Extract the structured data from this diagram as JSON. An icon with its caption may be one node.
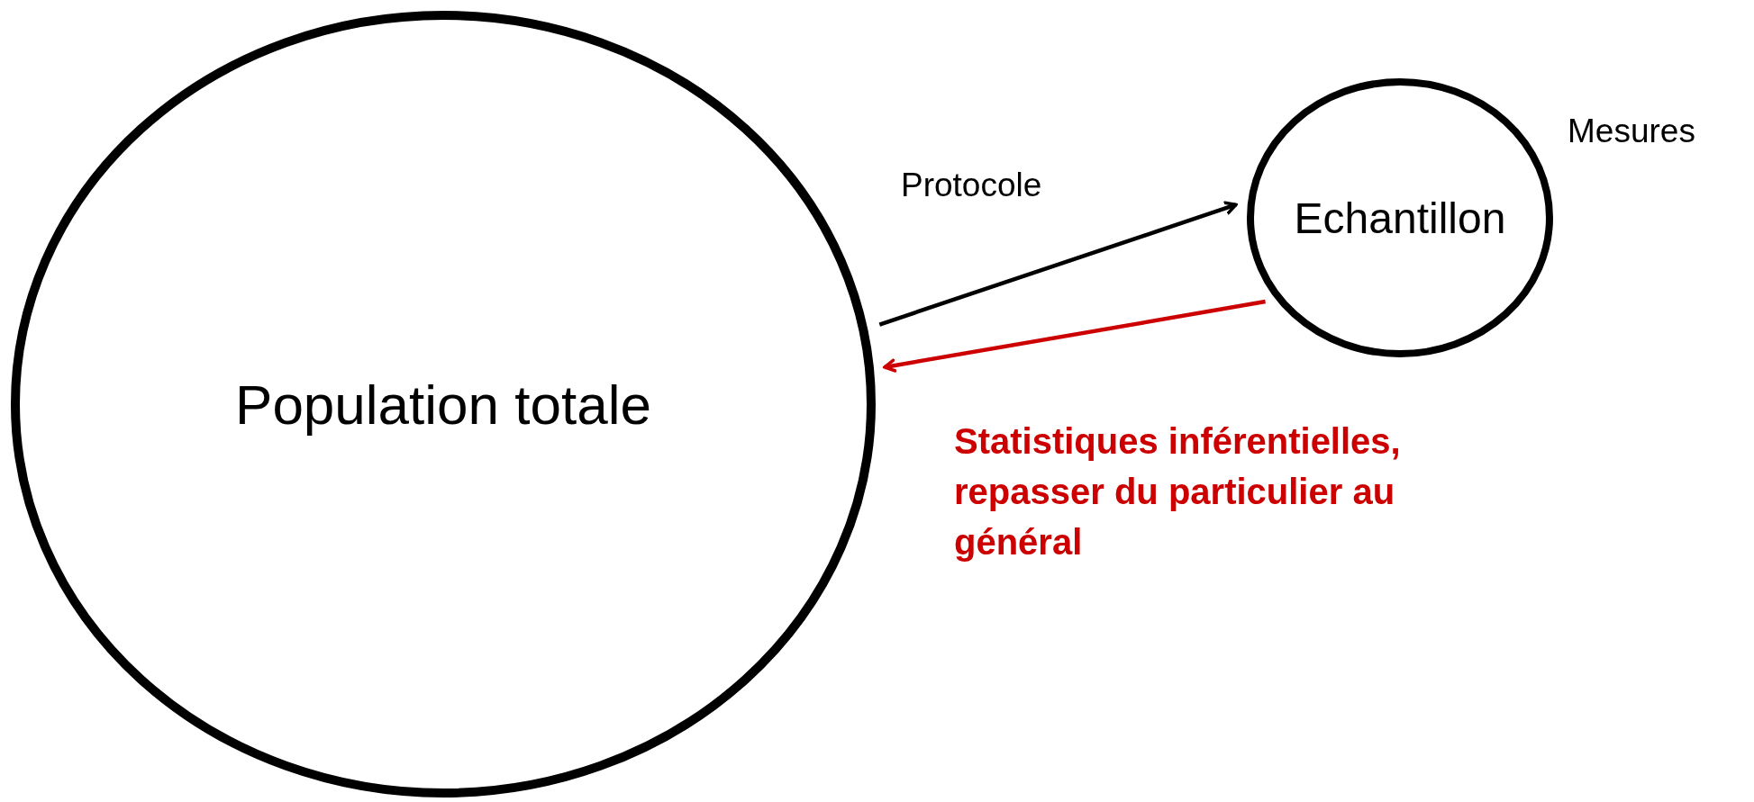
{
  "diagram": {
    "nodes": [
      {
        "text": [
          "Population totale"
        ]
      },
      {
        "text": [
          "Echantillon"
        ],
        "beside": [
          "Mesures"
        ]
      }
    ],
    "edges": [
      {
        "from": 0,
        "to": 1,
        "arrow": "to",
        "label": "Protocole"
      },
      {
        "from": 1,
        "to": 0,
        "arrow": "to",
        "label": "Statistiques inférentielles, repasser du particulier au général",
        "color": "#cc0000"
      }
    ]
  }
}
